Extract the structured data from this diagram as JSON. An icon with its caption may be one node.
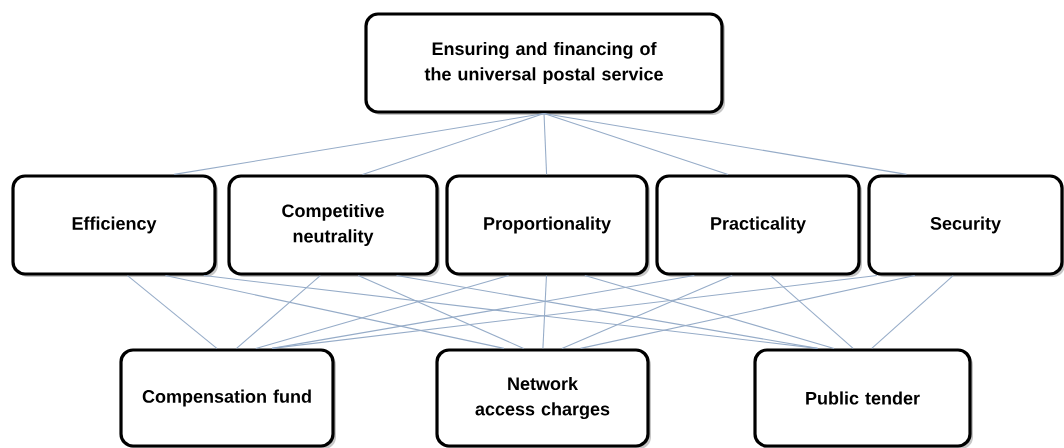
{
  "diagram": {
    "nodes": [
      {
        "text": [
          "Ensuring and financing of the universal postal service"
        ]
      },
      {
        "text": [
          "Efficiency"
        ]
      },
      {
        "text": [
          "Competitive neutrality"
        ]
      },
      {
        "text": [
          "Proportionality"
        ]
      },
      {
        "text": [
          "Practicality"
        ]
      },
      {
        "text": [
          "Security"
        ]
      },
      {
        "text": [
          "Compensation fund"
        ]
      },
      {
        "text": [
          "Network access charges"
        ]
      },
      {
        "text": [
          "Public tender"
        ]
      }
    ],
    "edges": [
      {
        "from": 0,
        "to": 1,
        "arrow": "none"
      },
      {
        "from": 0,
        "to": 2,
        "arrow": "none"
      },
      {
        "from": 0,
        "to": 3,
        "arrow": "none"
      },
      {
        "from": 0,
        "to": 4,
        "arrow": "none"
      },
      {
        "from": 0,
        "to": 5,
        "arrow": "none"
      },
      {
        "from": 1,
        "to": 6,
        "arrow": "none"
      },
      {
        "from": 1,
        "to": 7,
        "arrow": "none"
      },
      {
        "from": 1,
        "to": 8,
        "arrow": "none"
      },
      {
        "from": 2,
        "to": 6,
        "arrow": "none"
      },
      {
        "from": 2,
        "to": 7,
        "arrow": "none"
      },
      {
        "from": 2,
        "to": 8,
        "arrow": "none"
      },
      {
        "from": 3,
        "to": 6,
        "arrow": "none"
      },
      {
        "from": 3,
        "to": 7,
        "arrow": "none"
      },
      {
        "from": 3,
        "to": 8,
        "arrow": "none"
      },
      {
        "from": 4,
        "to": 6,
        "arrow": "none"
      },
      {
        "from": 4,
        "to": 7,
        "arrow": "none"
      },
      {
        "from": 4,
        "to": 8,
        "arrow": "none"
      },
      {
        "from": 5,
        "to": 6,
        "arrow": "none"
      },
      {
        "from": 5,
        "to": 7,
        "arrow": "none"
      },
      {
        "from": 5,
        "to": 8,
        "arrow": "none"
      }
    ]
  }
}
